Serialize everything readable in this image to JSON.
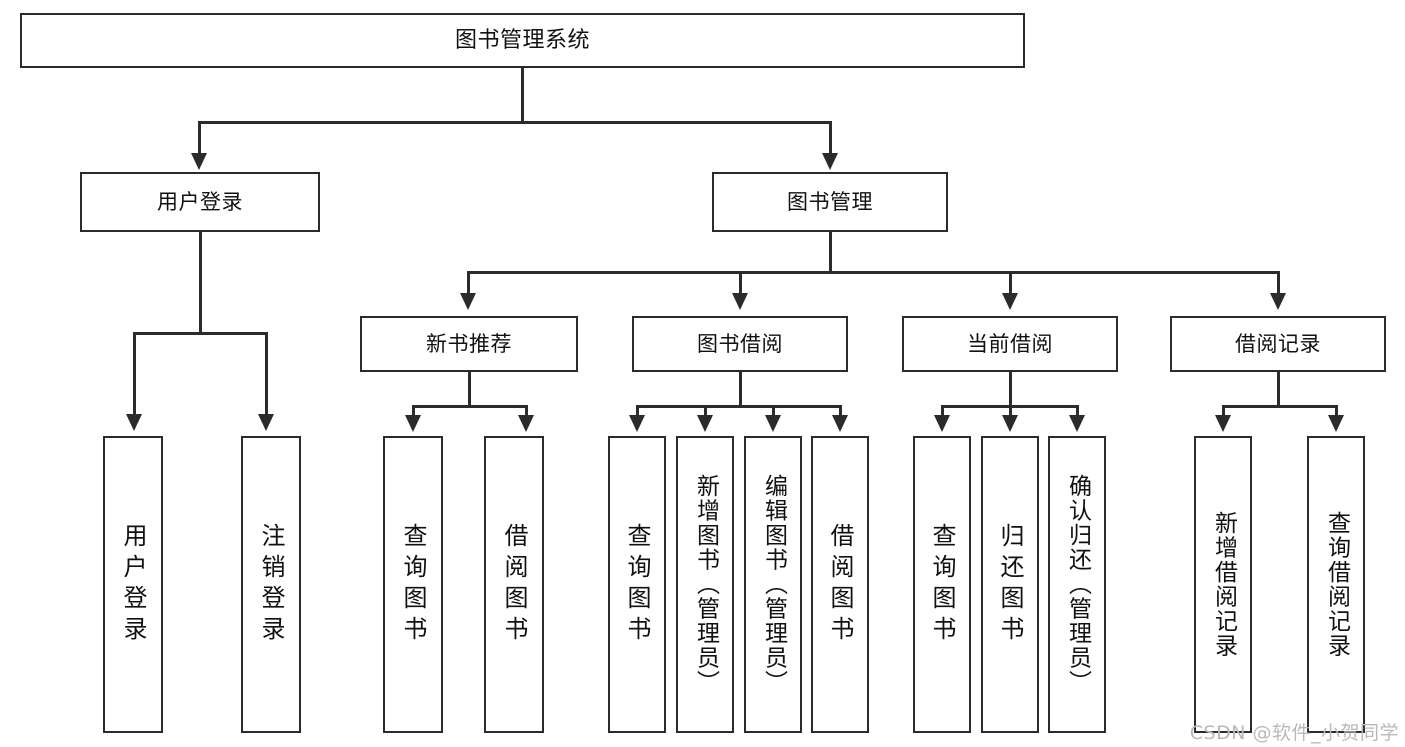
{
  "diagram": {
    "title": "图书管理系统",
    "type": "hierarchy-tree",
    "watermark": "CSDN @软件_小贺同学",
    "colors": {
      "stroke": "#2b2b2b",
      "fill": "#ffffff",
      "text": "#111111",
      "watermark": "#b9b9b9"
    },
    "root": {
      "label": "图书管理系统"
    },
    "level2": [
      {
        "label": "用户登录"
      },
      {
        "label": "图书管理"
      },
      {
        "label": "新书推荐"
      },
      {
        "label": "图书借阅"
      },
      {
        "label": "当前借阅"
      },
      {
        "label": "借阅记录"
      }
    ],
    "leaves": [
      {
        "label": "用户登录"
      },
      {
        "label": "注销登录"
      },
      {
        "label": "查询图书"
      },
      {
        "label": "借阅图书"
      },
      {
        "label": "查询图书"
      },
      {
        "label": "新增图书（管理员）"
      },
      {
        "label": "编辑图书（管理员）"
      },
      {
        "label": "借阅图书"
      },
      {
        "label": "查询图书"
      },
      {
        "label": "归还图书"
      },
      {
        "label": "确认归还（管理员）"
      },
      {
        "label": "新增借阅记录"
      },
      {
        "label": "查询借阅记录"
      }
    ]
  }
}
